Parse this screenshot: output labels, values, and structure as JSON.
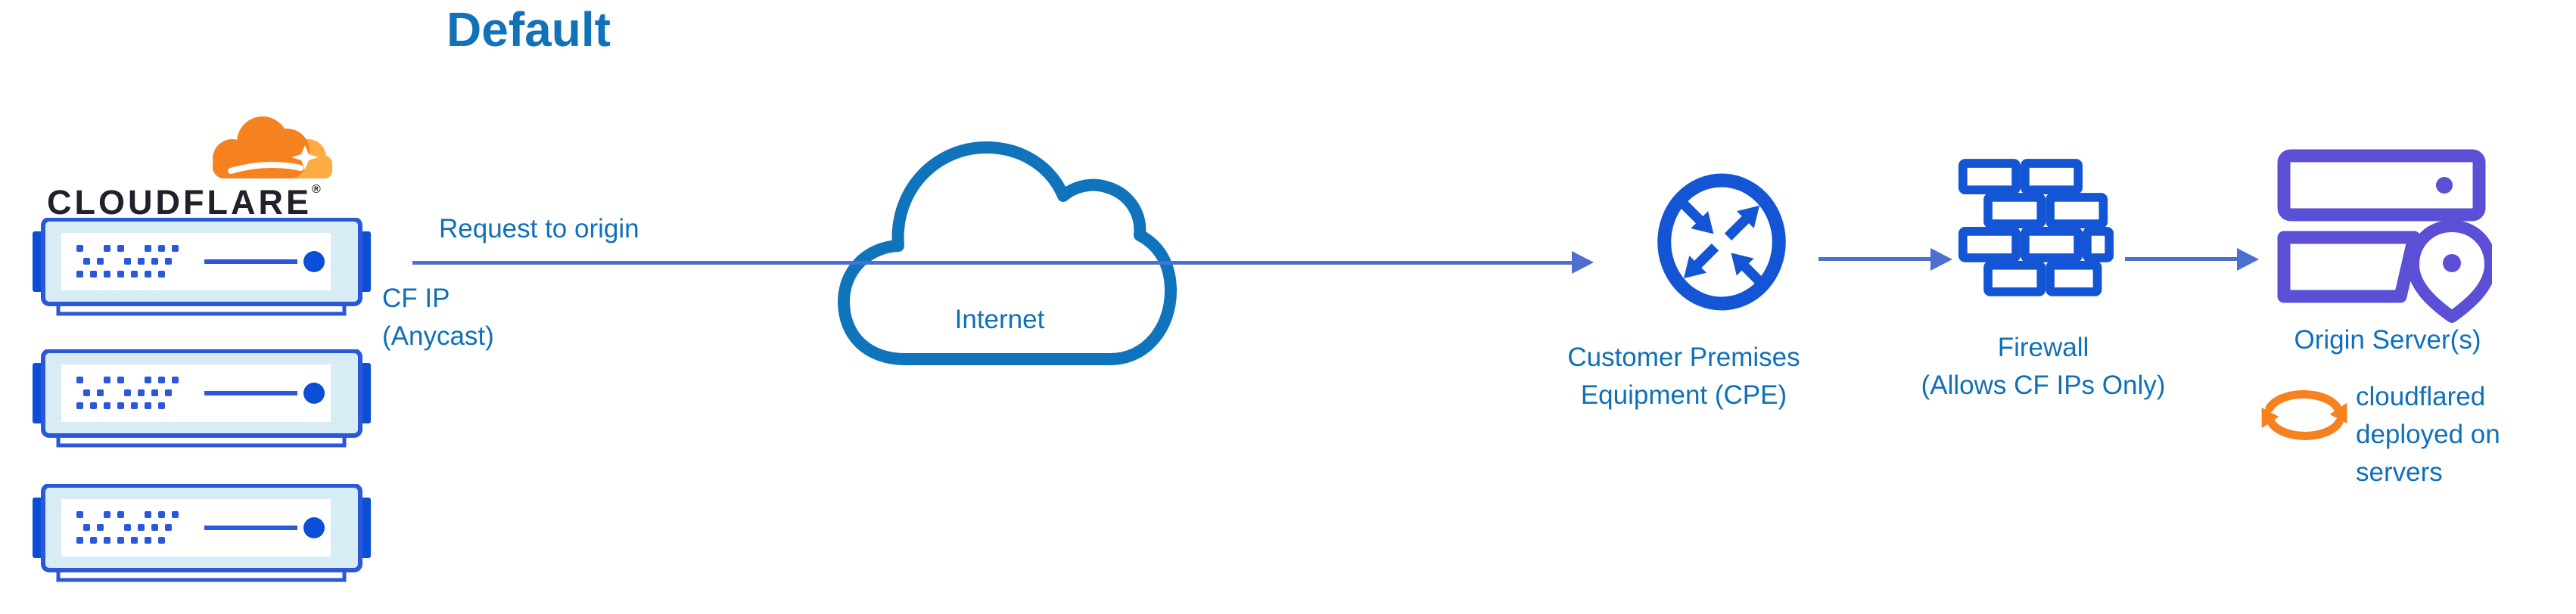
{
  "title": "Default",
  "colors": {
    "label_blue": "#0f70b8",
    "title_blue": "#1272b8",
    "icon_blue": "#1355d4",
    "server_border": "#2b58d8",
    "server_tab": "#0b4fd8",
    "server_fill": "#d7ecf5",
    "connector": "#4c6fd0",
    "cloud_stroke": "#0f74bc",
    "origin_purple": "#5b4fd5",
    "cf_orange": "#f6821f",
    "cf_orange_light": "#fbad41",
    "wordmark_dark": "#21212b"
  },
  "cloudflare": {
    "wordmark": "CLOUDFLARE",
    "registered_mark": "®"
  },
  "labels": {
    "request_to_origin": "Request to origin",
    "cf_ip": [
      "CF IP",
      "(Anycast)"
    ],
    "internet": "Internet",
    "cpe": [
      "Customer Premises",
      "Equipment (CPE)"
    ],
    "firewall": [
      "Firewall",
      "(Allows CF IPs Only)"
    ],
    "origin": "Origin Server(s)",
    "cloudflared": [
      "cloudflared",
      "deployed on",
      "servers"
    ]
  },
  "icons": {
    "cloudflare_logo": "cloudflare-cloud-icon",
    "edge_servers": "server-icon (x3)",
    "internet": "cloud-outline-icon",
    "cpe": "router-arrows-icon",
    "firewall": "brick-wall-icon",
    "origin": "server-stack-location-icon",
    "cloudflared": "sync-arrows-icon",
    "connectors": "arrow-right (x3)"
  }
}
